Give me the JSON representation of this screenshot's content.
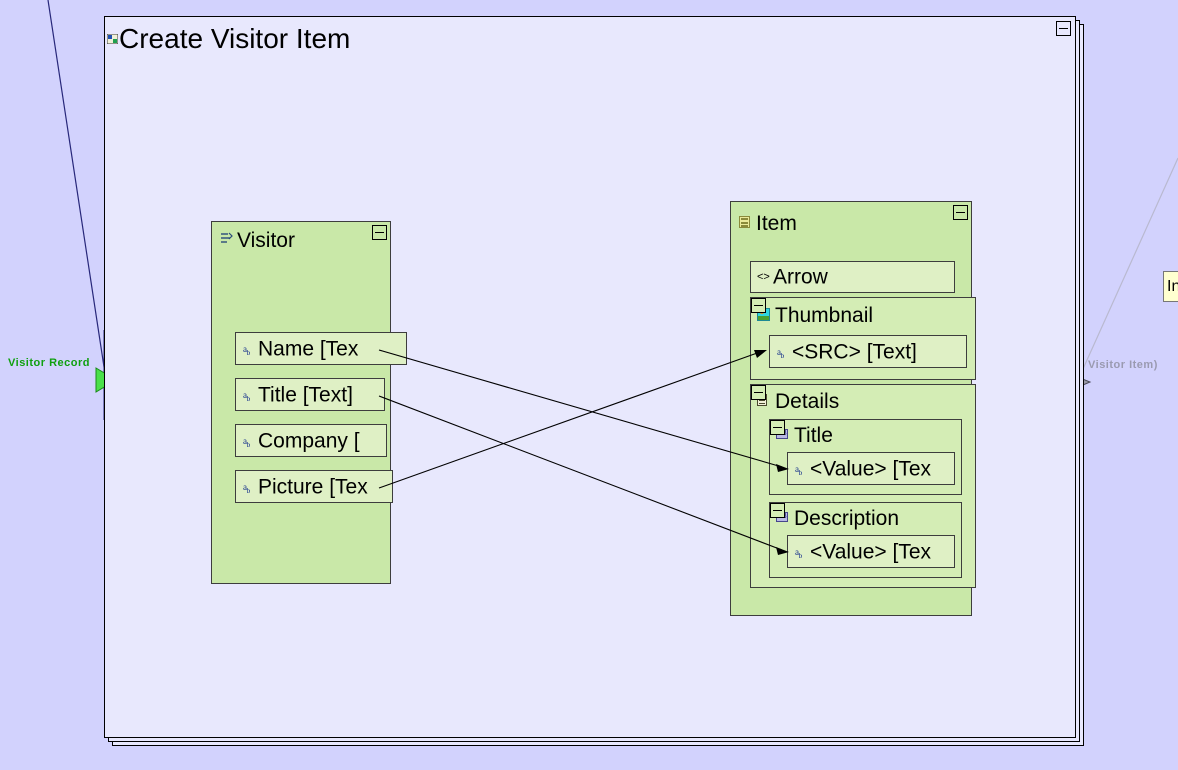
{
  "canvas": {
    "background_color": "#d2d2fd",
    "frame_background_color": "#e8e8fd",
    "node_color": "#c9e8a8",
    "subnode_color": "#d4edb5",
    "field_color": "#dff0c5"
  },
  "frame": {
    "title": "Create Visitor Item",
    "icon": "transform-icon",
    "collapse_label": "−"
  },
  "pins": {
    "input": {
      "label": "Visitor Record",
      "color": "#0fa00f"
    },
    "output": {
      "label": "Visitor Item)",
      "color": "#9a9ab0"
    }
  },
  "tooltip": {
    "text": "In"
  },
  "visitor_node": {
    "title": "Visitor",
    "icon": "record-icon",
    "collapse_label": "−",
    "fields": [
      {
        "label": "Name [Tex",
        "icon": "ab-text-icon"
      },
      {
        "label": "Title [Text]",
        "icon": "ab-text-icon"
      },
      {
        "label": "Company [",
        "icon": "ab-text-icon"
      },
      {
        "label": "Picture [Tex",
        "icon": "ab-text-icon"
      }
    ]
  },
  "item_node": {
    "title": "Item",
    "icon": "stack-icon",
    "collapse_label": "−",
    "arrow": {
      "label": "Arrow",
      "icon": "angle-brackets-icon"
    },
    "thumbnail": {
      "label": "Thumbnail",
      "icon": "image-icon",
      "collapse_label": "−",
      "field": {
        "label": "<SRC> [Text]",
        "icon": "ab-text-icon"
      }
    },
    "details": {
      "label": "Details",
      "icon": "list-icon",
      "collapse_label": "−",
      "sections": [
        {
          "label": "Title",
          "icon": "AB-label-icon",
          "collapse_label": "−",
          "field": {
            "label": "<Value> [Tex",
            "icon": "ab-text-icon"
          }
        },
        {
          "label": "Description",
          "icon": "AB-label-icon",
          "collapse_label": "−",
          "field": {
            "label": "<Value> [Tex",
            "icon": "ab-text-icon"
          }
        }
      ]
    }
  },
  "connections": [
    {
      "from": "visitor.Name",
      "to": "details.Title.Value"
    },
    {
      "from": "visitor.Title",
      "to": "details.Description.Value"
    },
    {
      "from": "visitor.Picture",
      "to": "thumbnail.SRC"
    }
  ]
}
